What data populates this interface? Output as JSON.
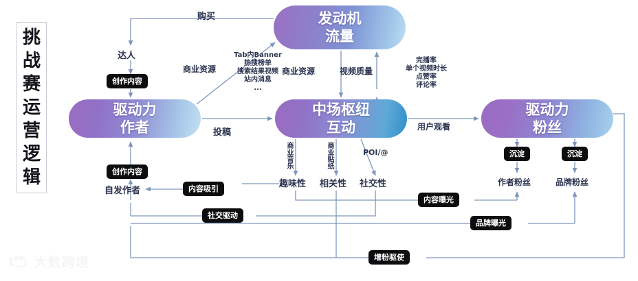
{
  "title": {
    "vertical_text": "挑战赛运营逻辑",
    "chars": [
      "挑",
      "战",
      "赛",
      "运",
      "营",
      "逻",
      "辑"
    ]
  },
  "nodes": {
    "engine": {
      "line1": "发动机",
      "line2": "流量"
    },
    "author": {
      "line1": "驱动力",
      "line2": "作者"
    },
    "hub": {
      "line1": "中场枢纽",
      "line2": "互动"
    },
    "fans": {
      "line1": "驱动力",
      "line2": "粉丝"
    }
  },
  "badges": {
    "create_content_top": "创作内容",
    "create_content_bottom": "创作内容",
    "content_attract": "内容吸引",
    "social_drive": "社交驱动",
    "content_exposure": "内容曝光",
    "brand_exposure": "品牌曝光",
    "fan_growth_drive": "增粉驱使",
    "settle_author": "沉淀",
    "settle_brand": "沉淀"
  },
  "labels": {
    "purchase": "购买",
    "daren": "达人",
    "commercial_resource_left": "商业资源",
    "commercial_resource_mid": "商业资源",
    "video_quality": "视频质量",
    "submit": "投稿",
    "user_watch": "用户观看",
    "self_author": "自发作者",
    "fun": "趣味性",
    "relevance": "相关性",
    "social": "社交性",
    "author_fans": "作者粉丝",
    "brand_fans": "品牌粉丝",
    "poi_at": "POI/@",
    "commercial_music": "商业音乐",
    "commercial_sticker": "商业贴纸"
  },
  "resource_list": {
    "items": [
      "Tab内Banner",
      "热搜榜单",
      "搜索结果视频",
      "站内消息",
      "..."
    ]
  },
  "quality_metrics": {
    "items": [
      "完播率",
      "单个视频时长",
      "点赞率",
      "评论率"
    ]
  },
  "watermark": {
    "text": "大数跨境"
  },
  "colors": {
    "line": "#7f96bb",
    "text": "#2c3550",
    "badge_bg": "#0d0d0f",
    "node_purple": "#9a6cc2",
    "node_blue": "#8fb6e2"
  }
}
